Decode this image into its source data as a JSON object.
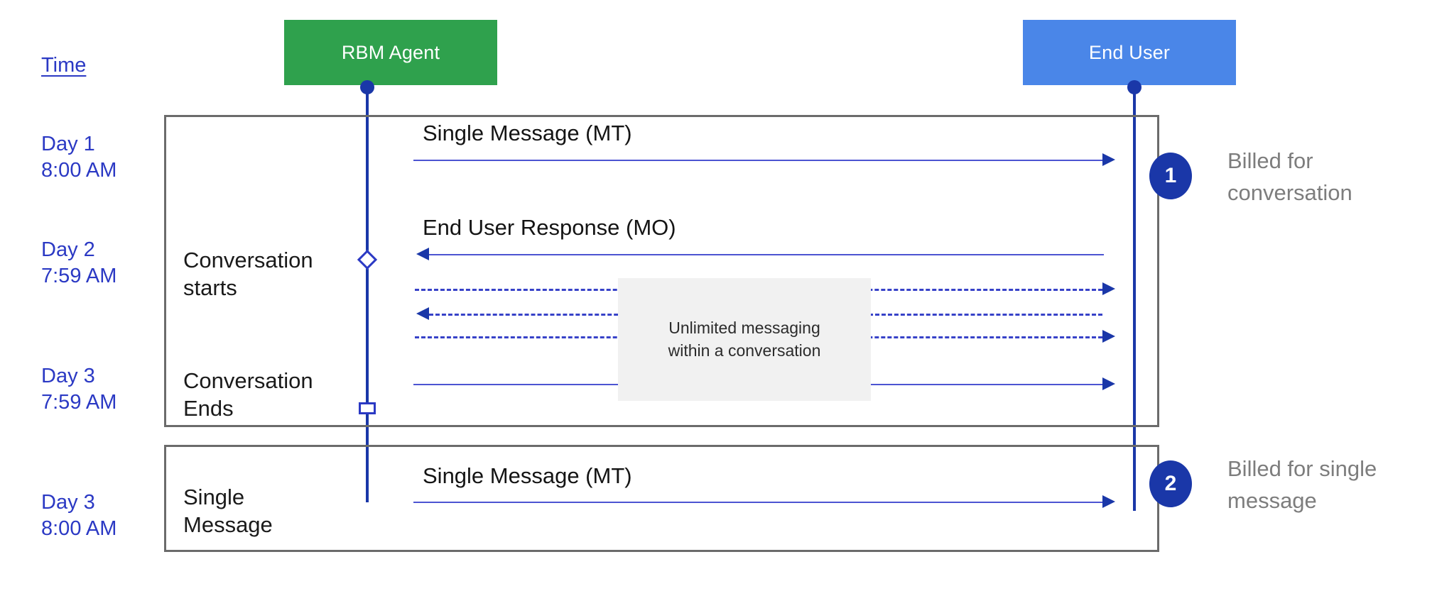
{
  "diagram": {
    "title_column": {
      "header": "Time"
    },
    "actors": [
      {
        "id": "rbm-agent",
        "label": "RBM Agent",
        "color": "#2FA14D"
      },
      {
        "id": "end-user",
        "label": "End User",
        "color": "#4A86E8"
      }
    ],
    "time_labels": [
      {
        "id": "t1",
        "text": "Day 1\n8:00 AM"
      },
      {
        "id": "t2",
        "text": "Day 2\n7:59 AM"
      },
      {
        "id": "t3",
        "text": "Day 3\n7:59 AM"
      },
      {
        "id": "t4",
        "text": "Day 3\n8:00 AM"
      }
    ],
    "stages": [
      {
        "id": "conversation-starts",
        "text": "Conversation\nstarts"
      },
      {
        "id": "conversation-ends",
        "text": "Conversation\nEnds"
      },
      {
        "id": "single-message",
        "text": "Single\nMessage"
      }
    ],
    "messages": [
      {
        "id": "m1",
        "label": "Single Message (MT)",
        "direction": "right",
        "style": "solid"
      },
      {
        "id": "m2",
        "label": "End User Response (MO)",
        "direction": "left",
        "style": "solid"
      },
      {
        "id": "m3",
        "label": "",
        "direction": "right",
        "style": "dashed"
      },
      {
        "id": "m4",
        "label": "",
        "direction": "left",
        "style": "dashed"
      },
      {
        "id": "m5",
        "label": "",
        "direction": "right",
        "style": "dashed"
      },
      {
        "id": "m6",
        "label": "",
        "direction": "right",
        "style": "solid"
      },
      {
        "id": "m7",
        "label": "Single Message (MT)",
        "direction": "right",
        "style": "solid"
      }
    ],
    "note": {
      "text": "Unlimited messaging\nwithin a conversation"
    },
    "billing": [
      {
        "badge": "1",
        "text": "Billed for\nconversation"
      },
      {
        "badge": "2",
        "text": "Billed for single\nmessage"
      }
    ],
    "colors": {
      "agent_green": "#2FA14D",
      "user_blue": "#4A86E8",
      "lifeline_blue": "#1A37A8",
      "message_blue": "#4C54D2",
      "time_text_blue": "#2B39C4",
      "group_border_gray": "#6B6B6B",
      "note_bg": "#F1F1F1",
      "billing_text_gray": "#7D7D7D"
    }
  }
}
